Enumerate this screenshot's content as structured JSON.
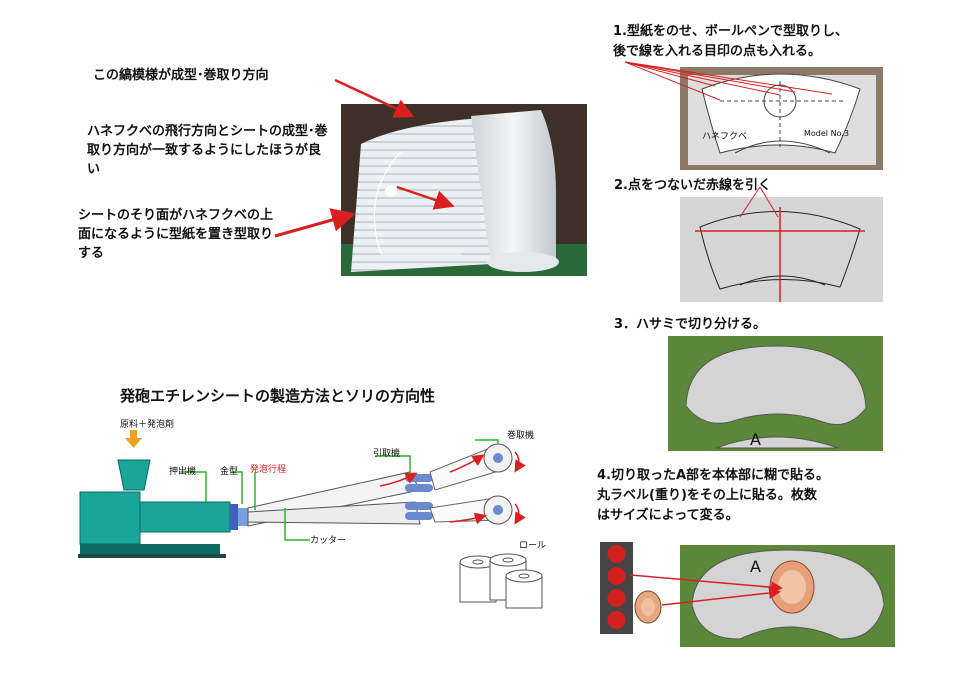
{
  "left": {
    "callout_stripe": "この縞模様が成型･巻取り方向",
    "callout_direction": "ハネフクベの飛行方向とシートの成型･巻取り方向が一致するようにしたほうが良い",
    "callout_template": "シートのそり面がハネフクベの上面になるように型紙を置き型取りする"
  },
  "diagram": {
    "title": "発砲エチレンシートの製造方法とソリの方向性",
    "material": "原料＋発泡剤",
    "extruder": "押出機",
    "die": "金型",
    "foaming": "発泡行程",
    "puller": "引取機",
    "winder": "巻取機",
    "cutter": "カッター",
    "roll": "ロール"
  },
  "steps": {
    "s1a": "1.型紙をのせ、ボールペンで型取りし、",
    "s1b": "後で線を入れる目印の点も入れる。",
    "s1_photo_label": "ハネフクベ",
    "s1_model": "Model No.3",
    "s2": "2.点をつないだ赤線を引く",
    "s3": "3．ハサミで切り分ける。",
    "s3_piece": "A",
    "s4a": "4.切り取ったA部を本体部に糊で貼る。",
    "s4b": "丸ラベル(重り)をその上に貼る。枚数",
    "s4c": "はサイズによって変る。",
    "s4_piece": "A"
  },
  "colors": {
    "arrow_red": "#d92020",
    "green_line": "#2db52d",
    "machine_teal": "#1aa59a",
    "orange_arrow": "#f0a020"
  }
}
